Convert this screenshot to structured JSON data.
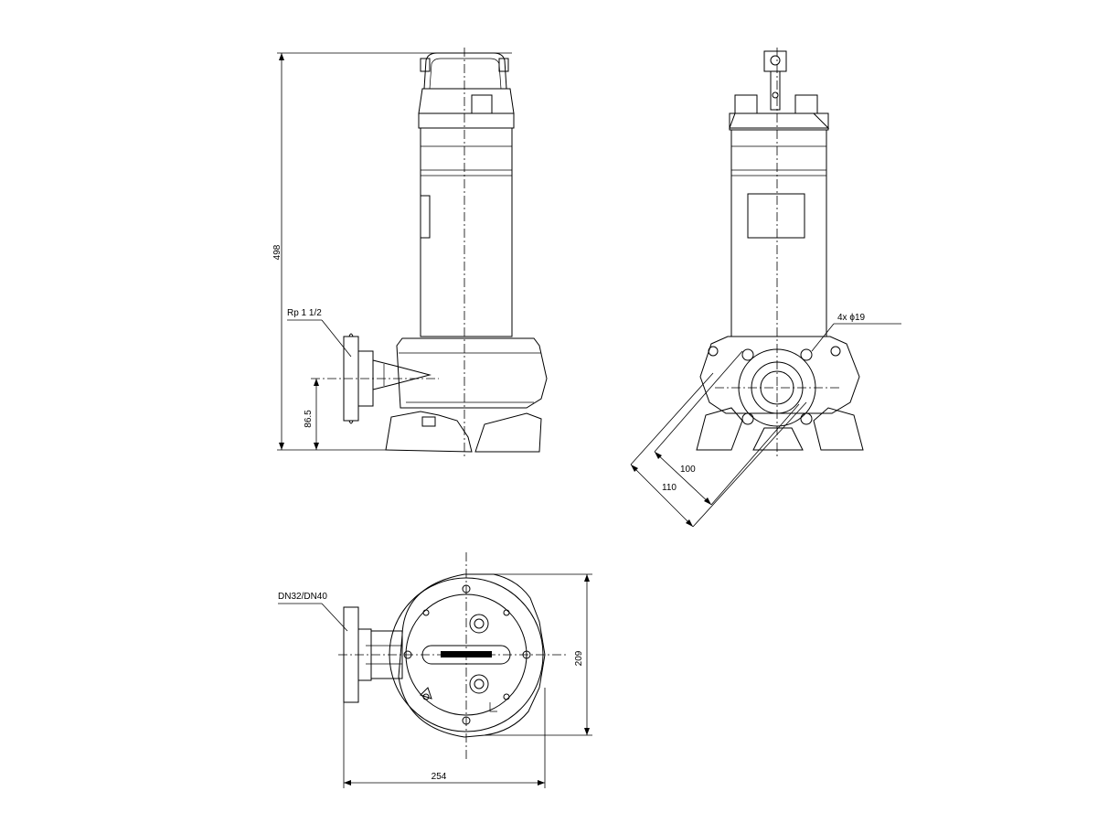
{
  "dimensions": {
    "overall_height": "498",
    "outlet_height": "86.5",
    "outlet_thread": "Rp 1 1/2",
    "mount_holes": "4x ϕ19",
    "bolt_span_inner": "100",
    "bolt_span_outer": "110",
    "outlet_flange": "DN32/DN40",
    "plan_width": "209",
    "plan_length": "254"
  }
}
